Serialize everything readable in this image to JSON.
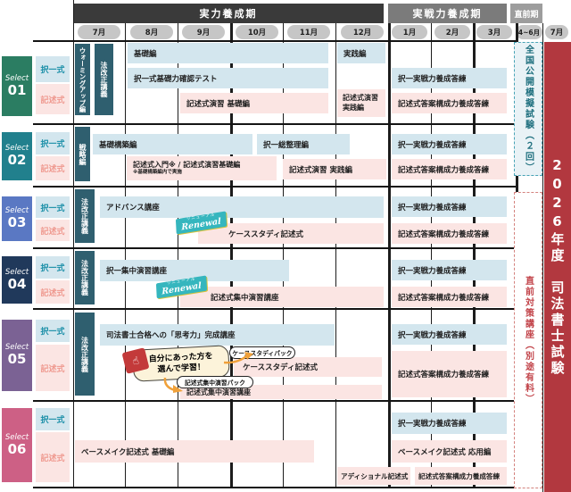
{
  "phases": {
    "p1": "実力養成期",
    "p2": "実戦力養成期",
    "p3": "直前期"
  },
  "months": [
    "7月",
    "8月",
    "9月",
    "10月",
    "11月",
    "12月",
    "1月",
    "2月",
    "3月",
    "4~6月",
    "7月"
  ],
  "side": {
    "mock": "全国公開模擬試験（２回）",
    "pre_exam": "直前対策講座（別途有料）"
  },
  "banner": {
    "text": "2026年度　司法書士試験"
  },
  "tracks": {
    "choice": "択一式",
    "written": "記述式"
  },
  "badge": {
    "jp": "リニューアル",
    "en": "Renewal"
  },
  "bubble": {
    "text": "自分にあった方を\n選んで学習！"
  },
  "packs": {
    "case": "ケーススタディパック",
    "focus": "記述式集中演習パック"
  },
  "rows": [
    {
      "select": "Select",
      "num": "01",
      "vbar1": "ウォーミングアップ編",
      "vbar2": "法改正講義",
      "kiso": "基礎編",
      "jissen": "実践編",
      "kakunin": "択一式基礎力確認テスト",
      "taku_tr": "択一実戦力養成答練",
      "kj_kiso": "記述式演習 基礎編",
      "kj_jissen": "記述式演習\n実践編",
      "kj_tr": "記述式答案構成力養成答練"
    },
    {
      "select": "Select",
      "num": "02",
      "vbar1": "戦略編",
      "kiso": "基礎構築編",
      "sori": "択一総整理編",
      "taku_tr": "択一実戦力養成答練",
      "kj_nyumon": "記述式入門※ / 記述式演習基礎編",
      "kj_nyumon_note": "※基礎構築編内で実施",
      "kj_jissen": "記述式演習 実践編",
      "kj_tr": "記述式答案構成力養成答練"
    },
    {
      "select": "Select",
      "num": "03",
      "vbar1": "法改正講義",
      "advance": "アドバンス講座",
      "case_study": "ケーススタディ記述式",
      "taku_tr": "択一実戦力養成答練",
      "kj_tr": "記述式答案構成力養成答練"
    },
    {
      "select": "Select",
      "num": "04",
      "vbar1": "法改正講義",
      "taku_enshu": "択一集中演習講座",
      "kj_enshu": "記述式集中演習講座",
      "taku_tr": "択一実戦力養成答練",
      "kj_tr": "記述式答案構成力養成答練"
    },
    {
      "select": "Select",
      "num": "05",
      "vbar1": "法改正講義",
      "shiko": "司法書士合格への「思考力」完成講座",
      "case_study": "ケーススタディ記述式",
      "kj_enshu": "記述式集中演習講座",
      "taku_tr": "択一実戦力養成答練",
      "kj_tr": "記述式答案構成力養成答練"
    },
    {
      "select": "Select",
      "num": "06",
      "base_kiso": "ベースメイク記述式 基礎編",
      "base_ouyou": "ベースメイク記述式 応用編",
      "additional": "アディショナル記述式",
      "taku_tr": "択一実戦力養成答練",
      "kj_tr": "記述式答案構成力養成答練"
    }
  ],
  "colors": {
    "select_01": "#2b7d62",
    "select_02": "#21808d",
    "select_03": "#5a78c3",
    "select_04": "#20395b",
    "select_05": "#7b6294",
    "select_06": "#cd6085",
    "bar_blue": "#d3e6ee",
    "bar_pink": "#fbe5e3",
    "vbar_teal": "#2f5f6f",
    "banner_red": "#b2383f",
    "badge_teal": "#35b6be",
    "arrow_orange": "#f0a13a",
    "phase_dark": "#3a3a3a",
    "phase_mid": "#7b7b7b",
    "phase_light": "#9d9d9d"
  }
}
